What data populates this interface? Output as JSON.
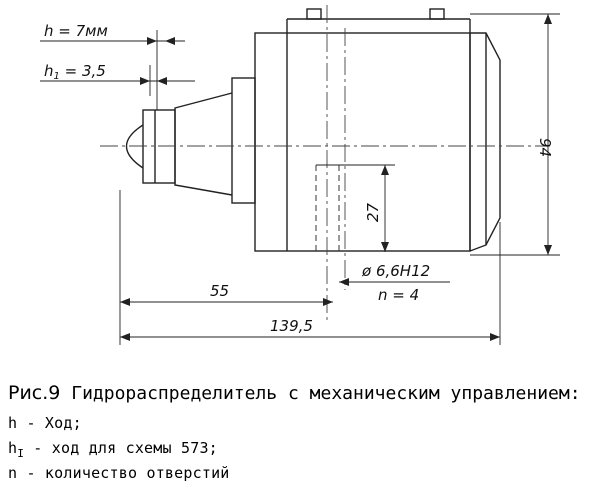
{
  "diagram": {
    "dim_stroke": "7мм",
    "dim_stroke_1": "3,5",
    "dim_height": "94",
    "dim_hole_offset": "27",
    "dim_hole_diameter": "6,6H12",
    "dim_hole_count": "4",
    "dim_55": "55",
    "dim_139_5": "139,5"
  },
  "caption": {
    "fig_label": "Рис.9",
    "title": "Гидрораспределитель с механическим управлением:",
    "legend": [
      {
        "symbol": "h",
        "text": " - Ход;"
      },
      {
        "symbol": "h",
        "sub": "I",
        "text": " - ход для схемы 573;"
      },
      {
        "symbol": "n",
        "text": " - количество отверстий"
      }
    ]
  }
}
